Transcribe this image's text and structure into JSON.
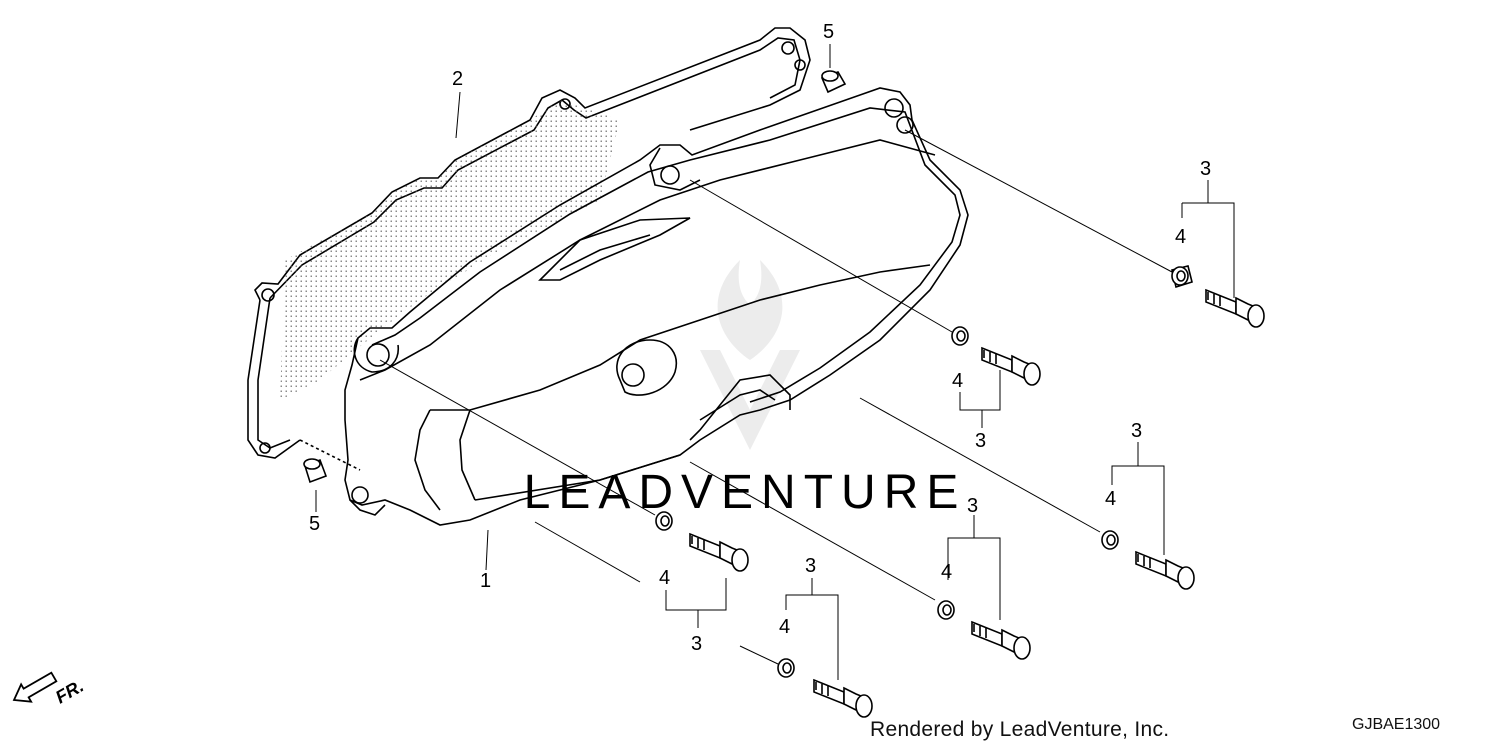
{
  "diagram": {
    "callouts": {
      "c_2": "2",
      "c_5a": "5",
      "c_5b": "5",
      "c_1": "1",
      "c_3a": "3",
      "c_4a": "4",
      "c_3b": "3",
      "c_4b": "4",
      "c_3c": "3",
      "c_4c": "4",
      "c_3d": "3",
      "c_4d": "4",
      "c_3e": "3",
      "c_4e": "4",
      "c_3f": "3",
      "c_4f": "4"
    },
    "direction_label": "FR.",
    "watermark": "LEADVENTURE",
    "credit": "Rendered by LeadVenture, Inc.",
    "drawing_code": "GJBAE1300",
    "line_color": "#000000",
    "watermark_color": "#e6e6e6"
  }
}
